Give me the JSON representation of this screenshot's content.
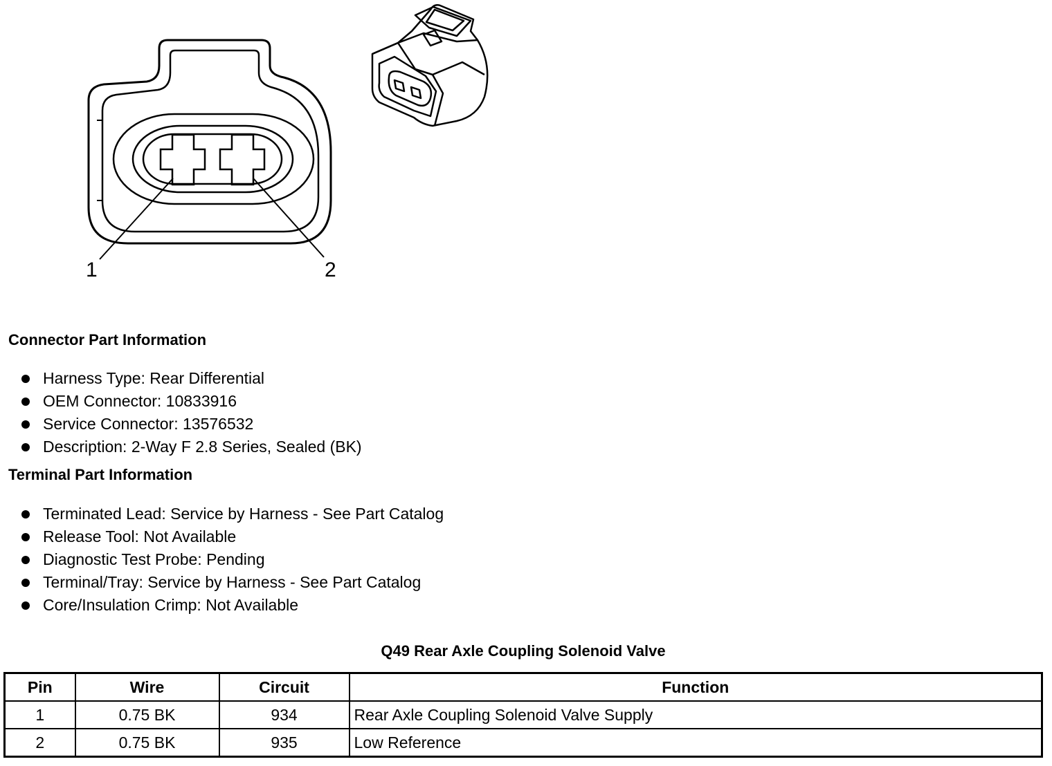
{
  "diagram": {
    "pin_labels": [
      "1",
      "2"
    ]
  },
  "connector_info": {
    "title": "Connector Part Information",
    "items": [
      "Harness Type: Rear Differential",
      "OEM Connector: 10833916",
      "Service Connector: 13576532",
      "Description: 2-Way F 2.8 Series, Sealed (BK)"
    ]
  },
  "terminal_info": {
    "title": "Terminal Part Information",
    "items": [
      "Terminated Lead: Service by Harness - See Part Catalog",
      "Release Tool: Not Available",
      "Diagnostic Test Probe: Pending",
      "Terminal/Tray: Service by Harness - See Part Catalog",
      "Core/Insulation Crimp: Not Available"
    ]
  },
  "pin_table": {
    "title": "Q49 Rear Axle Coupling Solenoid Valve",
    "headers": [
      "Pin",
      "Wire",
      "Circuit",
      "Function"
    ],
    "rows": [
      [
        "1",
        "0.75 BK",
        "934",
        "Rear Axle Coupling Solenoid Valve Supply"
      ],
      [
        "2",
        "0.75 BK",
        "935",
        "Low Reference"
      ]
    ]
  }
}
